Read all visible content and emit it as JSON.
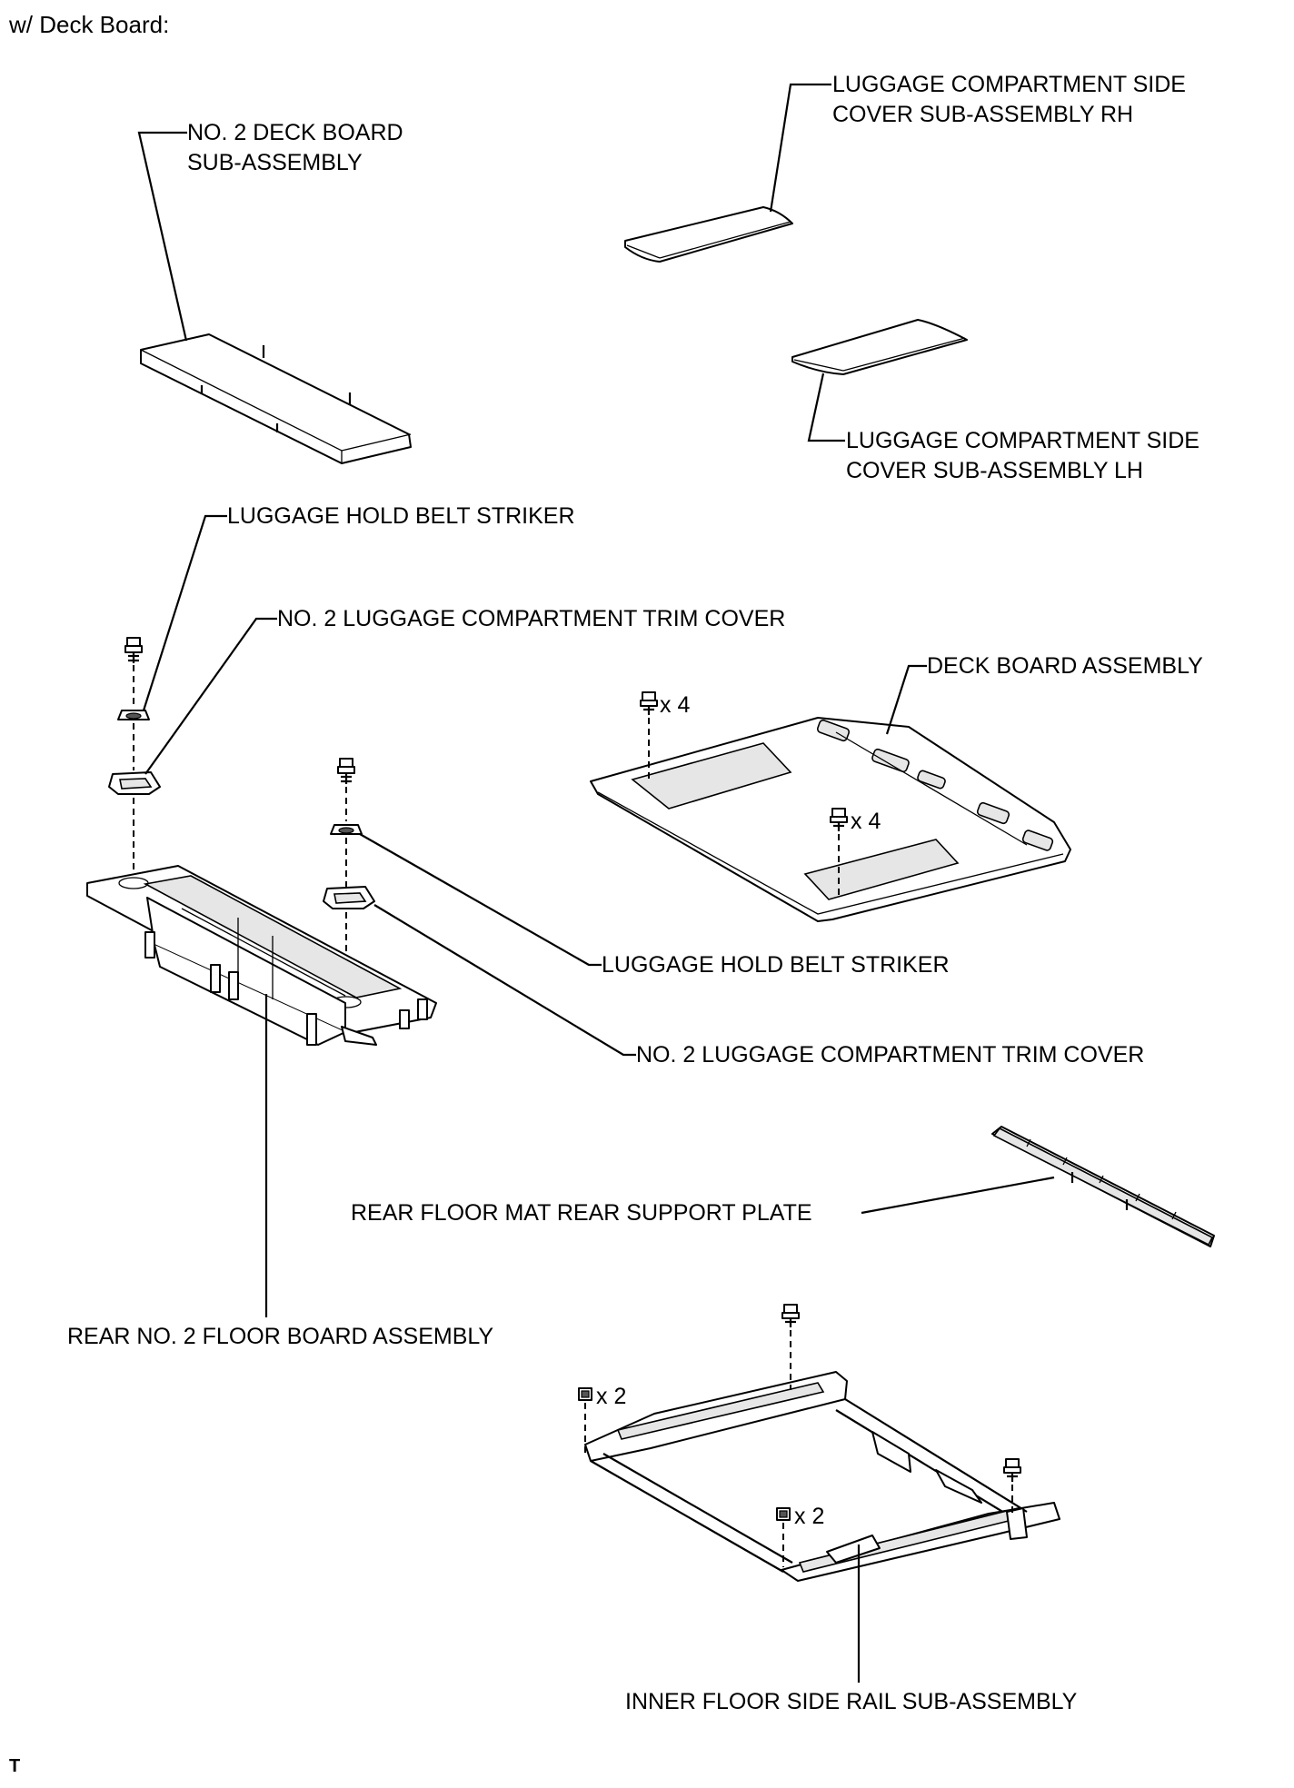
{
  "header": {
    "condition": "w/ Deck Board:"
  },
  "footer": {
    "mark": "T"
  },
  "labels": {
    "no2_deck_board": [
      "NO. 2 DECK BOARD",
      "SUB-ASSEMBLY"
    ],
    "side_cover_rh": [
      "LUGGAGE COMPARTMENT SIDE",
      "COVER SUB-ASSEMBLY RH"
    ],
    "side_cover_lh": [
      "LUGGAGE COMPARTMENT SIDE",
      "COVER SUB-ASSEMBLY LH"
    ],
    "belt_striker_top": "LUGGAGE HOLD BELT STRIKER",
    "trim_cover_top": "NO. 2 LUGGAGE COMPARTMENT TRIM COVER",
    "deck_board_assembly": "DECK BOARD ASSEMBLY",
    "belt_striker_mid": "LUGGAGE HOLD BELT STRIKER",
    "trim_cover_mid": "NO. 2 LUGGAGE COMPARTMENT TRIM COVER",
    "rear_floor_mat_plate": "REAR FLOOR MAT REAR SUPPORT PLATE",
    "rear_no2_floor_board": "REAR NO. 2 FLOOR BOARD ASSEMBLY",
    "inner_floor_side_rail": "INNER FLOOR SIDE RAIL SUB-ASSEMBLY"
  },
  "quantities": {
    "deck_bolts_upper": "x 4",
    "deck_bolts_lower": "x 4",
    "rail_nuts_left": "x 2",
    "rail_nuts_right": "x 2"
  }
}
